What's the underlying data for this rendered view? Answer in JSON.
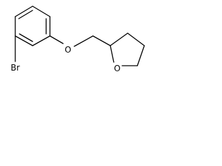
{
  "molecule": {
    "atom_labels": {
      "bromine": "Br",
      "ether_oxygen": "O",
      "ring_oxygen": "O"
    }
  }
}
